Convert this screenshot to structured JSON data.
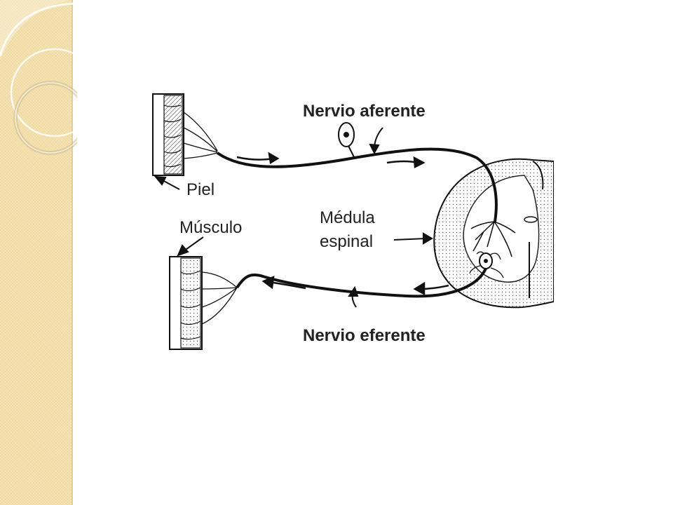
{
  "diagram": {
    "labels": {
      "afferent_nerve": "Nervio aferente",
      "efferent_nerve": "Nervio eferente",
      "skin": "Piel",
      "muscle": "Músculo",
      "spinal_cord_line1": "Médula",
      "spinal_cord_line2": "espinal"
    },
    "colors": {
      "side_band": "#f3dfaa",
      "ink": "#111111"
    }
  }
}
